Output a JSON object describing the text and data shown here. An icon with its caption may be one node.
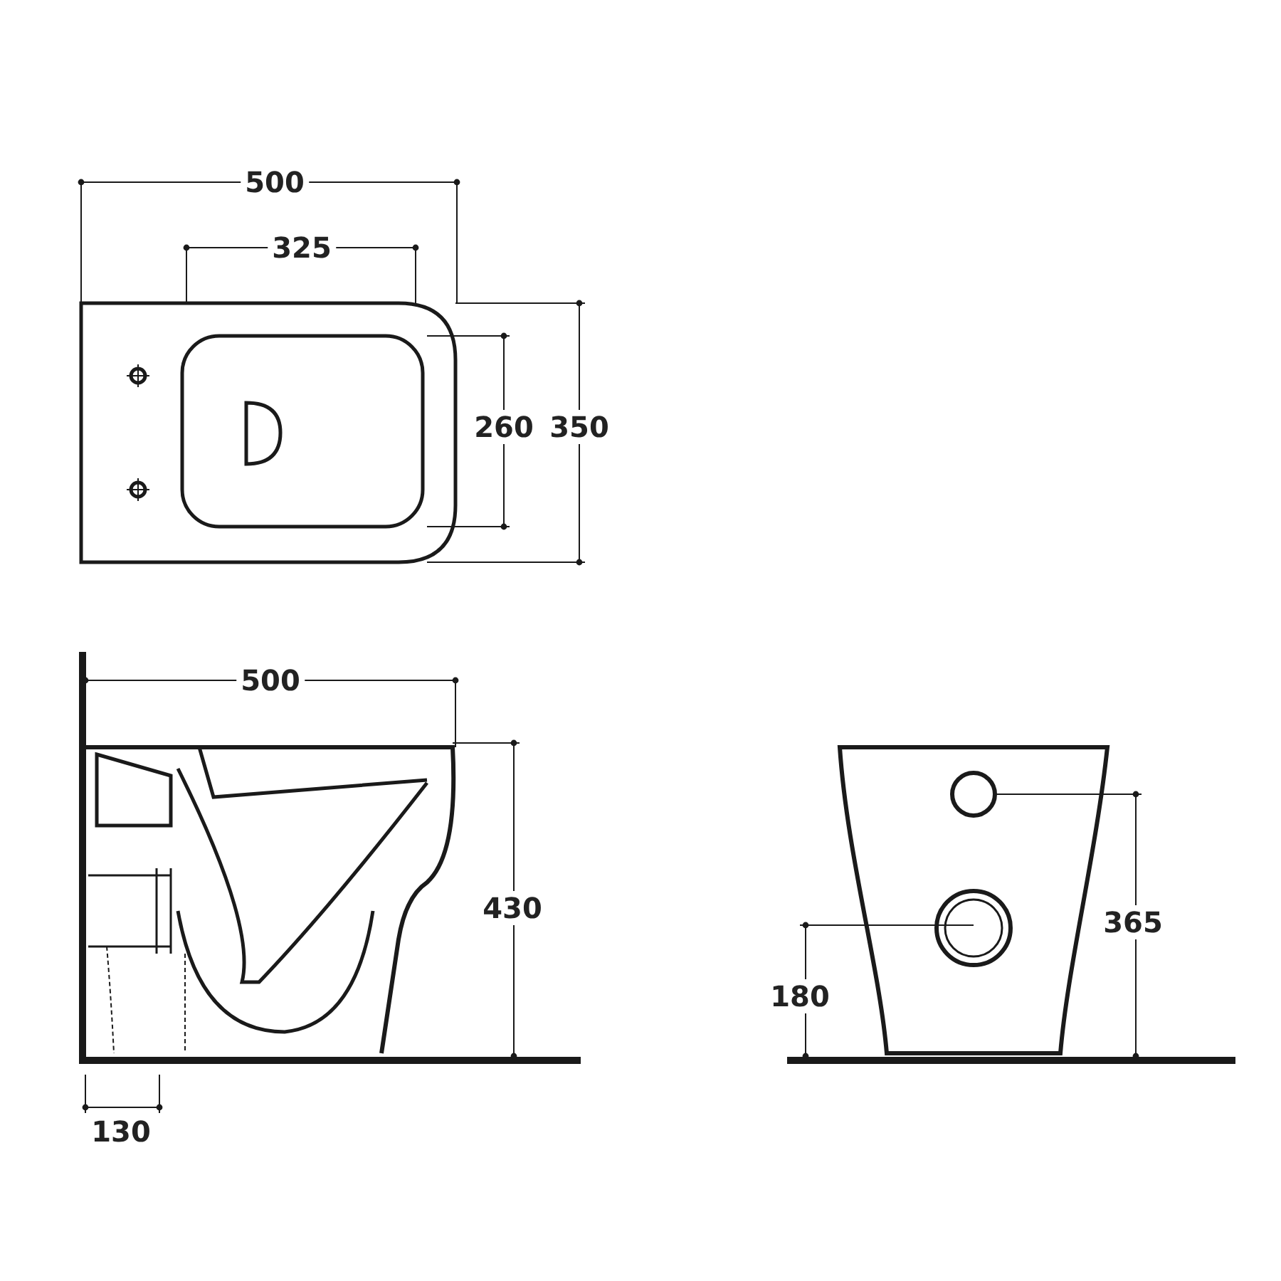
{
  "diagram": {
    "labels": [
      "500",
      "325",
      "260",
      "350",
      "500",
      "430",
      "130",
      "365",
      "180"
    ]
  }
}
